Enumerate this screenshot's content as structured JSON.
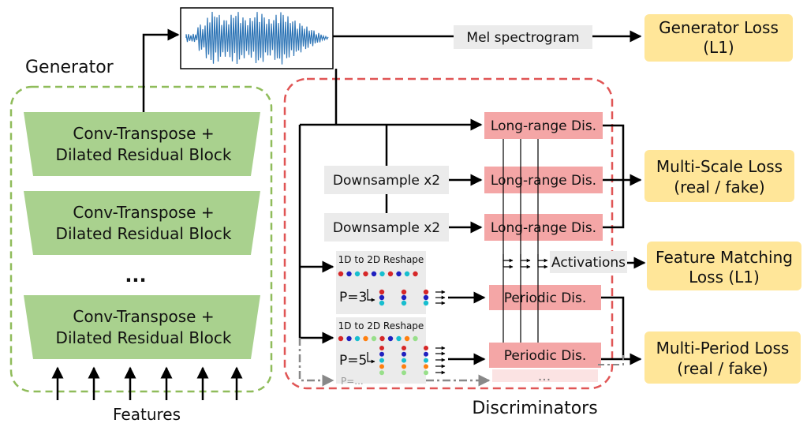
{
  "generator": {
    "title": "Generator",
    "block_line1": "Conv-Transpose +",
    "block_line2": "Dilated Residual Block",
    "ellipsis": "...",
    "features_label": "Features"
  },
  "top": {
    "mel_label": "Mel spectrogram",
    "gen_loss_line1": "Generator Loss",
    "gen_loss_line2": "(L1)"
  },
  "discriminators": {
    "title": "Discriminators",
    "downsample_label": "Downsample x2",
    "long_range_label": "Long-range Dis.",
    "periodic_label": "Periodic Dis.",
    "reshape_label": "1D to 2D Reshape",
    "p3_label": "P=3",
    "p5_label": "P=5",
    "pdots_label": "P=...",
    "more_dots": "...",
    "activations_label": "Activations"
  },
  "losses": {
    "multiscale_line1": "Multi-Scale Loss",
    "multiscale_line2": "(real / fake)",
    "feature_line1": "Feature Matching",
    "feature_line2": "Loss (L1)",
    "multiperiod_line1": "Multi-Period Loss",
    "multiperiod_line2": "(real / fake)"
  },
  "colors": {
    "gen_block": "#a9d18e",
    "dis_box": "#f4a6a6",
    "loss_box": "#ffe699",
    "grey_box": "#ebebeb",
    "gen_border": "#8fbc5a",
    "dis_border": "#e05555",
    "wave": "#2e75b6"
  }
}
